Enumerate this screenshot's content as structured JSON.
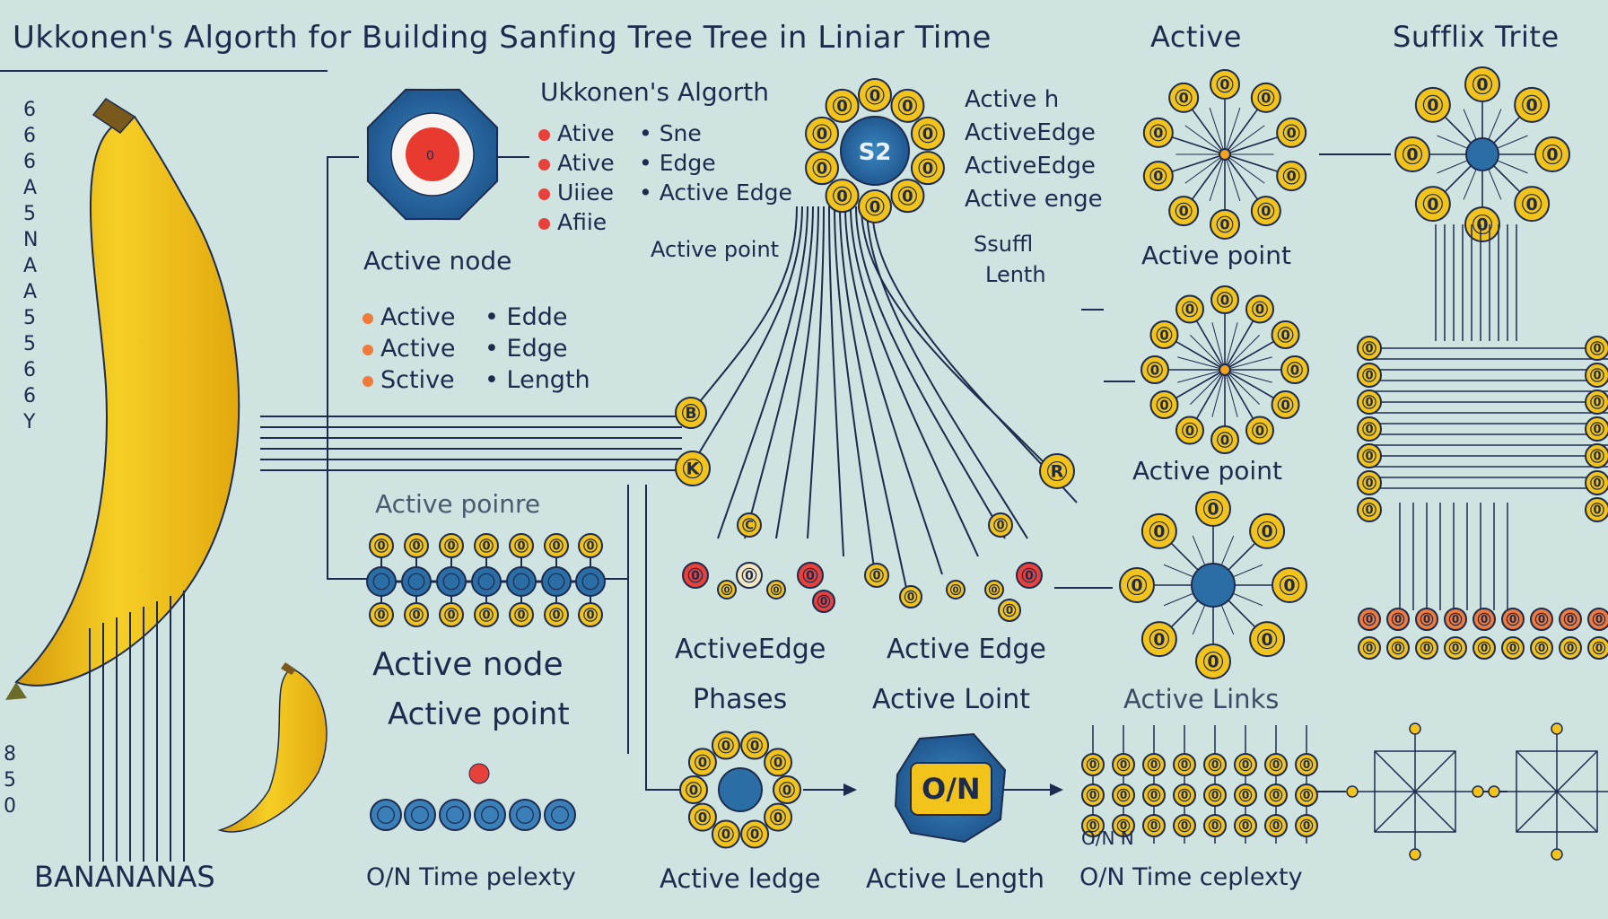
{
  "title": "Ukkonen's Algorth for Building  Sanfing Tree Tree in Liniar Time",
  "header_right": {
    "active": "Active",
    "suffix_trite": "Sufflix Trite"
  },
  "left_column": [
    "6",
    "6",
    "6",
    "A",
    "5",
    "N",
    "A",
    "A",
    "5",
    "5",
    "6",
    "6",
    "Y"
  ],
  "left_column_lower": [
    "8",
    "5",
    "0"
  ],
  "bananas_label": "BANANANAS",
  "target": {
    "label": "Active node"
  },
  "legend_top": {
    "heading": "Ukkonen's Algorth",
    "items": [
      {
        "left": "Ative",
        "right": "Sne",
        "color": "#e8413b"
      },
      {
        "left": "Ative",
        "right": "Edge",
        "color": "#e8413b"
      },
      {
        "left": "Uiiee",
        "right": "Active Edge",
        "color": "#e8413b"
      },
      {
        "left": "Afiie",
        "right": "",
        "color": "#e8413b"
      }
    ],
    "active_point": "Active point"
  },
  "legend_mid": {
    "items": [
      {
        "left": "Active",
        "right": "Edde",
        "color": "#f07a3a"
      },
      {
        "left": "Active",
        "right": "Edge",
        "color": "#f07a3a"
      },
      {
        "left": "Sctive",
        "right": "Length",
        "color": "#f07a3a"
      }
    ]
  },
  "hub_center": "S2",
  "top_right_list": [
    "Active h",
    "ActiveEdge",
    "ActiveEdge",
    "Active enge"
  ],
  "suffix_length": {
    "line1": "Ssuffl",
    "line2": "Lenth"
  },
  "active_point_labels": [
    "Active point",
    "Active point"
  ],
  "active_poinre": "Active poinre",
  "bottom_left": {
    "active_node": "Active node",
    "active_point": "Active point",
    "complexity": "O/N Time pelexty"
  },
  "bottom_mid_labels": {
    "active_edge_1": "ActiveEdge",
    "active_edge_2": "Active Edge",
    "phases": "Phases",
    "active_loint": "Active Loint",
    "active_links": "Active Links"
  },
  "on_label": "O/N",
  "bottom_row": {
    "ledge": "Active ledge",
    "length": "Active Length",
    "complexity": "O/N Time ceplexty"
  },
  "on_grid_label": "O/N N",
  "chars": {
    "b": "B",
    "k": "K",
    "r": "R",
    "c": "C",
    "zero": "0"
  },
  "colors": {
    "background": "#cfe3e0",
    "ink": "#1d2b4f",
    "node_yellow": "#f2c31b",
    "node_blue": "#2b6ea5",
    "accent_red": "#e8413b",
    "banana": "#f3c81c"
  }
}
